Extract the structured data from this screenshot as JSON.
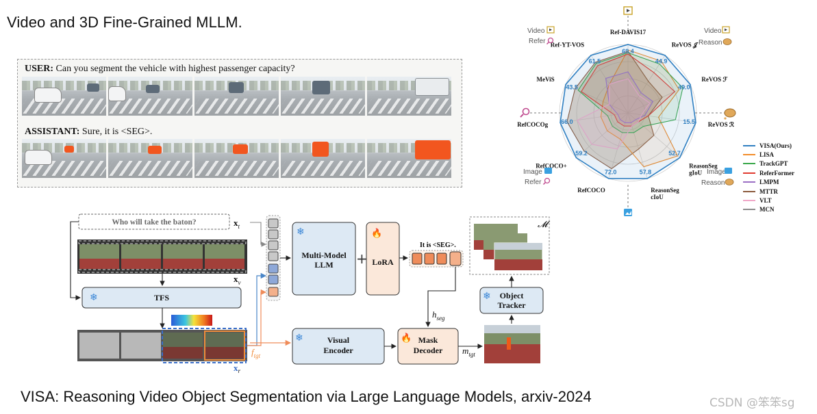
{
  "slide": {
    "title": "Video and 3D Fine-Grained MLLM.",
    "footer": "VISA: Reasoning Video Object Segmentation via Large Language Models, arxiv-2024",
    "watermark": "CSDN @笨笨sg"
  },
  "example": {
    "user_label": "USER:",
    "user_text": "Can you segment the vehicle with highest passenger capacity?",
    "assistant_label": "ASSISTANT:",
    "assistant_text": "Sure, it is <SEG>."
  },
  "radar": {
    "axes": [
      {
        "name": "Ref-DAVIS17",
        "value": "69.4"
      },
      {
        "name": "ReVOS 𝒥",
        "value": "44.9"
      },
      {
        "name": "ReVOS ℱ",
        "value": "49.0"
      },
      {
        "name": "ReVOS ℛ",
        "value": "15.5"
      },
      {
        "name": "ReasonSeg gIoU",
        "value": "52.7"
      },
      {
        "name": "ReasonSeg cIoU",
        "value": "57.8"
      },
      {
        "name": "RefCOCO",
        "value": "72.0"
      },
      {
        "name": "RefCOCO+",
        "value": "59.2"
      },
      {
        "name": "RefCOCOg",
        "value": "66.0"
      },
      {
        "name": "MeViS",
        "value": "43.5"
      },
      {
        "name": "Ref-YT-VOS",
        "value": "61.5"
      }
    ],
    "side_labels": {
      "video_refer_top": "Video",
      "video_refer_bottom": "Refer",
      "video_reason_top": "Video",
      "video_reason_bottom": "Reason",
      "image_refer_top": "Image",
      "image_refer_bottom": "Refer",
      "image_reason_top": "Image",
      "image_reason_bottom": "Reason"
    },
    "legend": [
      {
        "name": "VISA(Ours)",
        "color": "#2f7fc1"
      },
      {
        "name": "LISA",
        "color": "#f28c28"
      },
      {
        "name": "TrackGPT",
        "color": "#3aa84a"
      },
      {
        "name": "ReferFormer",
        "color": "#e03a2f"
      },
      {
        "name": "LMPM",
        "color": "#9b6fc4"
      },
      {
        "name": "MTTR",
        "color": "#8c5a3c"
      },
      {
        "name": "VLT",
        "color": "#f0a8c8"
      },
      {
        "name": "MCN",
        "color": "#8a8a8a"
      }
    ]
  },
  "arch": {
    "query": "Who will take the baton?",
    "x_t": "x",
    "x_t_sub": "t",
    "x_v": "x",
    "x_v_sub": "v",
    "x_r": "x",
    "x_r_sub": "r",
    "tfs": "TFS",
    "mllm_line1": "Multi-Model",
    "mllm_line2": "LLM",
    "plus": "+",
    "lora": "LoRA",
    "output_text": "It is <SEG>.",
    "h_seg": "h",
    "h_seg_sub": "seg",
    "f_tgt": "f",
    "f_tgt_sub": "tgt",
    "m_tgt": "m",
    "m_tgt_sub": "tgt",
    "visual_encoder_line1": "Visual",
    "visual_encoder_line2": "Encoder",
    "mask_decoder_line1": "Mask",
    "mask_decoder_line2": "Decoder",
    "tracker_line1": "Object",
    "tracker_line2": "Tracker",
    "output_masks": "𝓜"
  }
}
